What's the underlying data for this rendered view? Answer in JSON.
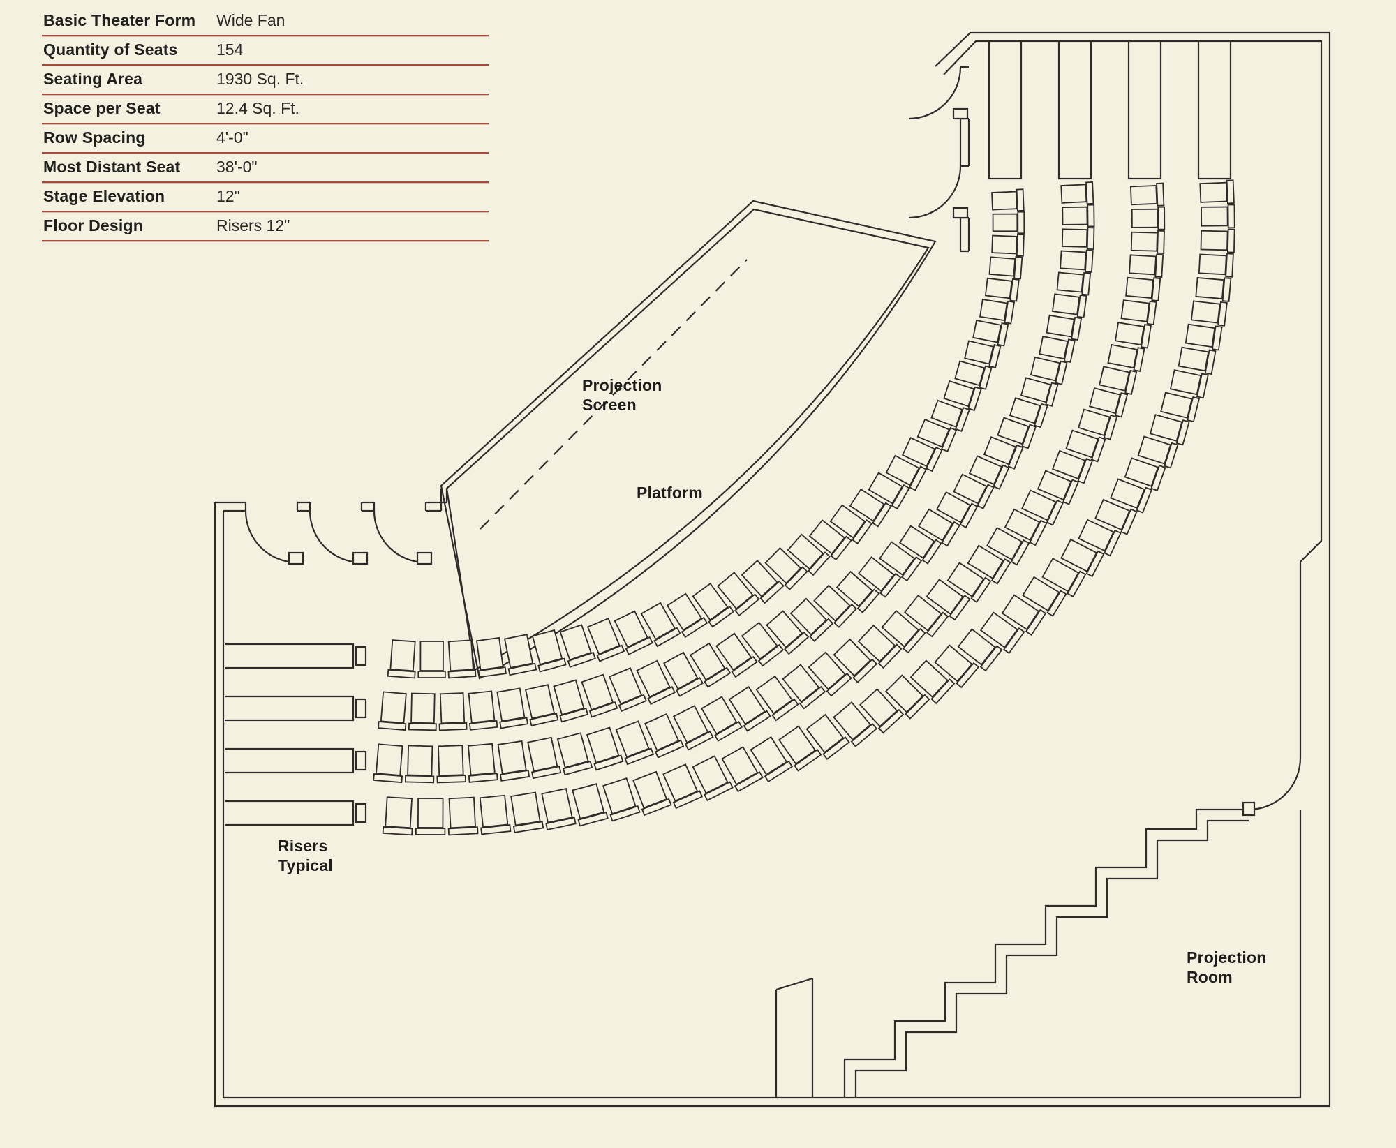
{
  "page": {
    "background": "#f5f1e1",
    "line_color": "#2e2c28",
    "rule_color": "#a94a3c"
  },
  "spec_table": {
    "rows": [
      {
        "label": "Basic Theater Form",
        "value": "Wide Fan"
      },
      {
        "label": "Quantity of Seats",
        "value": "154"
      },
      {
        "label": "Seating Area",
        "value": "1930 Sq. Ft."
      },
      {
        "label": "Space per Seat",
        "value": "12.4 Sq. Ft."
      },
      {
        "label": "Row Spacing",
        "value": "4'-0\""
      },
      {
        "label": "Most Distant Seat",
        "value": "38'-0\""
      },
      {
        "label": "Stage Elevation",
        "value": "12\""
      },
      {
        "label": "Floor Design",
        "value": "Risers 12\""
      }
    ]
  },
  "plan": {
    "labels": {
      "projection_screen_line1": "Projection",
      "projection_screen_line2": "Screen",
      "platform": "Platform",
      "risers_line1": "Risers",
      "risers_line2": "Typical",
      "projection_room_line1": "Projection",
      "projection_room_line2": "Room"
    },
    "seating": {
      "total_seats": 154,
      "row_seat_counts": [
        34,
        38,
        40,
        42
      ]
    }
  }
}
